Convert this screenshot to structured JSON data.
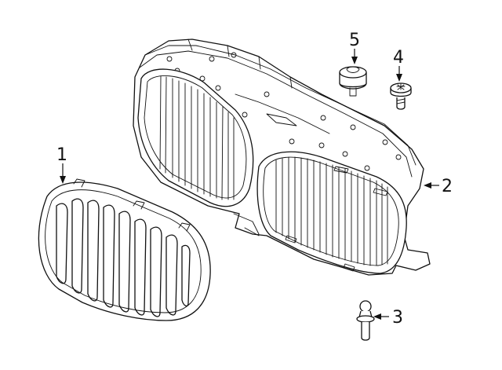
{
  "callouts": [
    {
      "id": "1",
      "label": "1",
      "part": "kidney-grille-left"
    },
    {
      "id": "2",
      "label": "2",
      "part": "grille-frame-housing"
    },
    {
      "id": "3",
      "label": "3",
      "part": "ball-stud-pin"
    },
    {
      "id": "4",
      "label": "4",
      "part": "screw"
    },
    {
      "id": "5",
      "label": "5",
      "part": "rubber-mount"
    }
  ],
  "colors": {
    "line": "#111111",
    "background": "#ffffff"
  }
}
